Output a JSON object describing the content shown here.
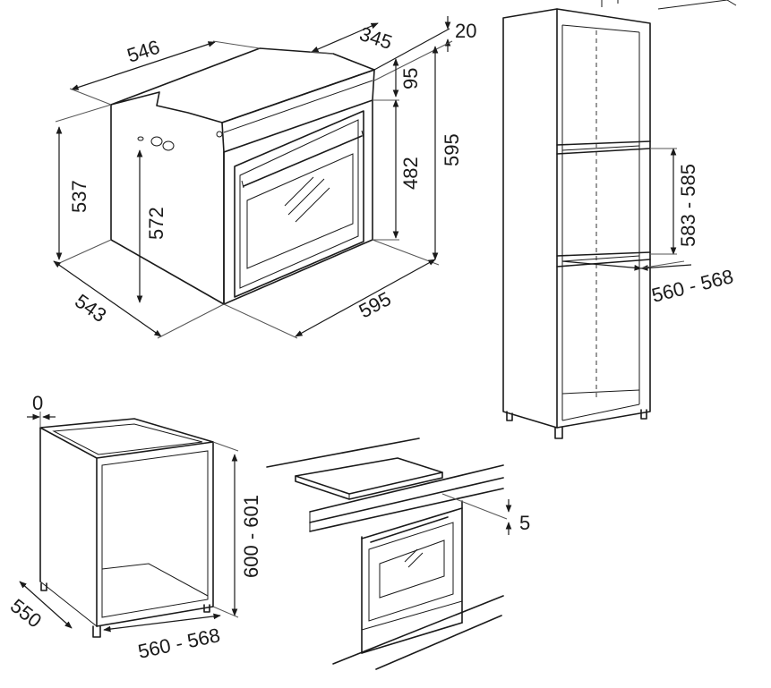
{
  "oven": {
    "width_top": "546",
    "depth_top": "345",
    "top_offset": "20",
    "panel_height": "95",
    "door_height": "482",
    "overall_height": "595",
    "body_height": "537",
    "side_height": "572",
    "depth": "543",
    "front_width": "595"
  },
  "column_cabinet": {
    "niche_height": "583 - 585",
    "niche_width": "560 - 568"
  },
  "base_cabinet": {
    "gap": "0",
    "depth": "550",
    "height": "600 - 601",
    "width": "560 - 568"
  },
  "hob_installation": {
    "gap": "5"
  },
  "colors": {
    "line": "#1a1a1a",
    "background": "#ffffff"
  }
}
